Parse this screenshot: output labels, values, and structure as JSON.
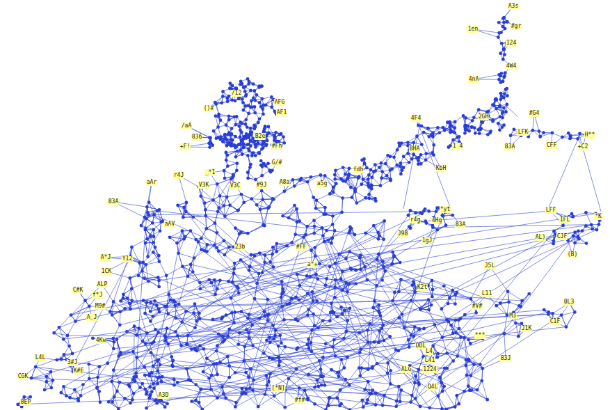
{
  "diagram": {
    "labels": [
      "A3s",
      "1en",
      "#gr",
      "124",
      "4W4",
      "4nA",
      "4F4",
      "2GH",
      "#G4",
      "H**",
      "LFK",
      "CFF",
      "+C2",
      "83A",
      "1 4",
      "8HA",
      "KbH",
      "*yt",
      "r4g",
      "4Hg",
      "83A",
      "J9B",
      "1gJ",
      "LFF",
      "*K",
      "1FL",
      "AL)",
      "CJF",
      "(B)",
      "/12",
      "()#",
      "AFG",
      "AF1",
      "/aA",
      "836",
      "B2e",
      "+F!",
      "#Fh",
      "G/#",
      "_*1",
      "r4J",
      "V3K",
      "V3C",
      "#9J",
      "A8a",
      "fdh",
      "a5g",
      "aAr",
      "83A",
      "aAV",
      "23b",
      "#FF",
      "a*+",
      "A*J",
      "Y12",
      "1CK",
      "ALP",
      "f*J",
      "M9#",
      "A_J",
      "C#K",
      "J5L",
      "K2t",
      "L11",
      "#V#",
      "0L3",
      "M3",
      "C1F",
      "J1K",
      "***",
      "4Kw",
      "L4L",
      "CGK",
      "K#E",
      "3#J",
      "L4",
      "L41",
      "83J",
      "ALG",
      "1224",
      "DDL",
      "Q4L",
      "8EP",
      "[*N]",
      "#f#",
      "A3D"
    ]
  }
}
